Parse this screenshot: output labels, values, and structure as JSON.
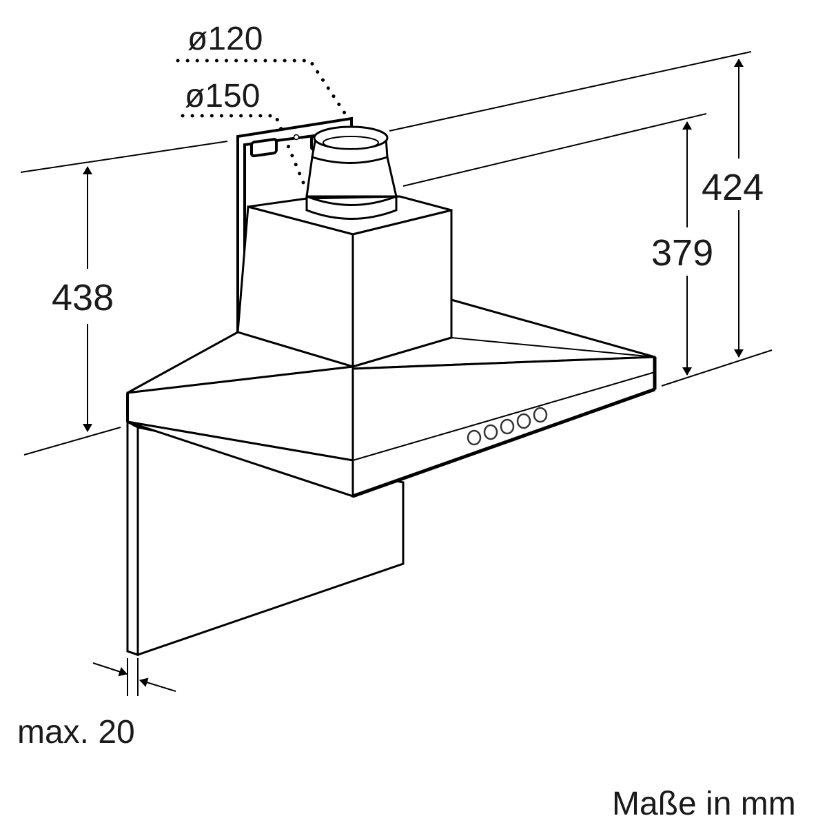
{
  "dimensions": {
    "duct_small": "ø120",
    "duct_large": "ø150",
    "height_left": "438",
    "height_inner_right": "379",
    "height_outer_right": "424",
    "gap": "max. 20"
  },
  "units_note": "Maße in mm",
  "colors": {
    "line": "#000000",
    "text": "#1a1a1a",
    "background": "#ffffff"
  }
}
